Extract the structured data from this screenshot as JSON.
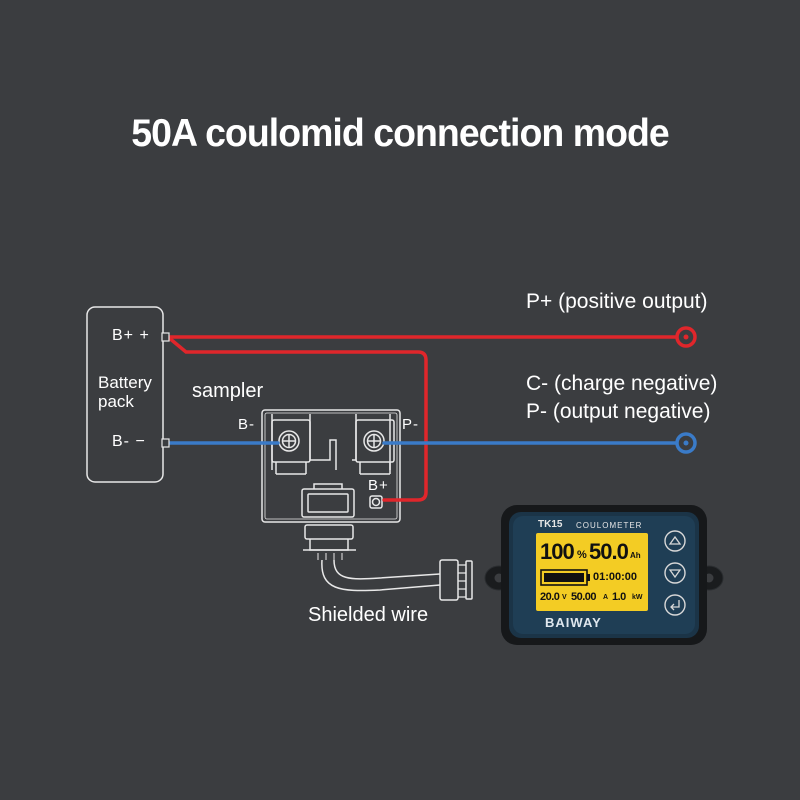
{
  "title": "50A coulomid connection mode",
  "labels": {
    "p_plus": "P+ (positive output)",
    "c_minus": "C- (charge negative)",
    "p_minus": "P- (output negative)",
    "sampler": "sampler",
    "shielded_wire": "Shielded wire",
    "battery_pack": [
      "Battery",
      "pack"
    ]
  },
  "terminals": {
    "battery_b_plus": "B+ +",
    "battery_b_minus": "B- −",
    "sampler_b_minus": "B-",
    "sampler_p_minus": "P-",
    "sampler_b_plus": "B+"
  },
  "device": {
    "model": "TK15",
    "header": "COULOMETER",
    "percent": "100",
    "percent_unit": "%",
    "capacity": "50.0",
    "capacity_unit": "Ah",
    "time": "01:00:00",
    "voltage": "20.0",
    "voltage_unit": "V",
    "current": "50.00",
    "current_unit": "A",
    "power": "1.0",
    "power_unit": "kW",
    "brand": "BAIWAY",
    "battery_level": 1.0
  },
  "colors": {
    "background": "#3b3d40",
    "positive_wire": "#e0262b",
    "negative_wire": "#3a7bc8",
    "lcd": "#f3cc24",
    "outline": "#e8e8e8"
  }
}
